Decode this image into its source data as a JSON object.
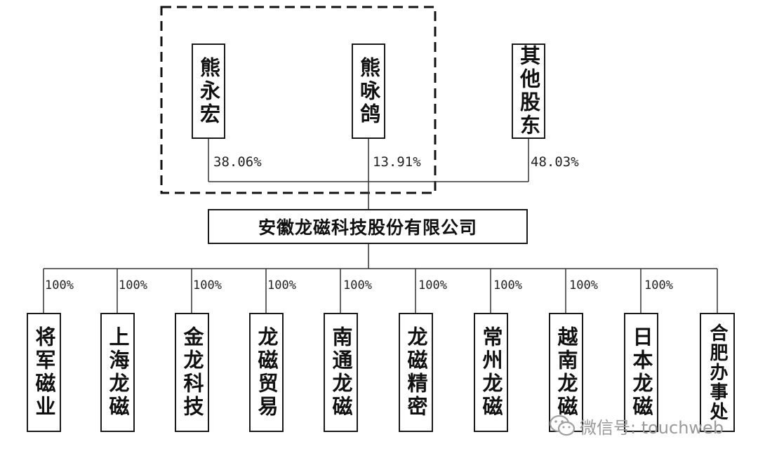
{
  "shareholders": [
    {
      "name": "熊永宏",
      "pct": "38.06%"
    },
    {
      "name": "熊咏鸽",
      "pct": "13.91%"
    },
    {
      "name": "其他股东",
      "pct": "48.03%"
    }
  ],
  "company": "安徽龙磁科技股份有限公司",
  "subsidiaries": [
    {
      "name": "将军磁业",
      "pct": "100%"
    },
    {
      "name": "上海龙磁",
      "pct": "100%"
    },
    {
      "name": "金龙科技",
      "pct": "100%"
    },
    {
      "name": "龙磁贸易",
      "pct": "100%"
    },
    {
      "name": "南通龙磁",
      "pct": "100%"
    },
    {
      "name": "龙磁精密",
      "pct": "100%"
    },
    {
      "name": "常州龙磁",
      "pct": "100%"
    },
    {
      "name": "越南龙磁",
      "pct": "100%"
    },
    {
      "name": "日本龙磁",
      "pct": "100%"
    },
    {
      "name": "合肥办事处",
      "pct": ""
    }
  ],
  "watermark": "微信号: touchweb"
}
